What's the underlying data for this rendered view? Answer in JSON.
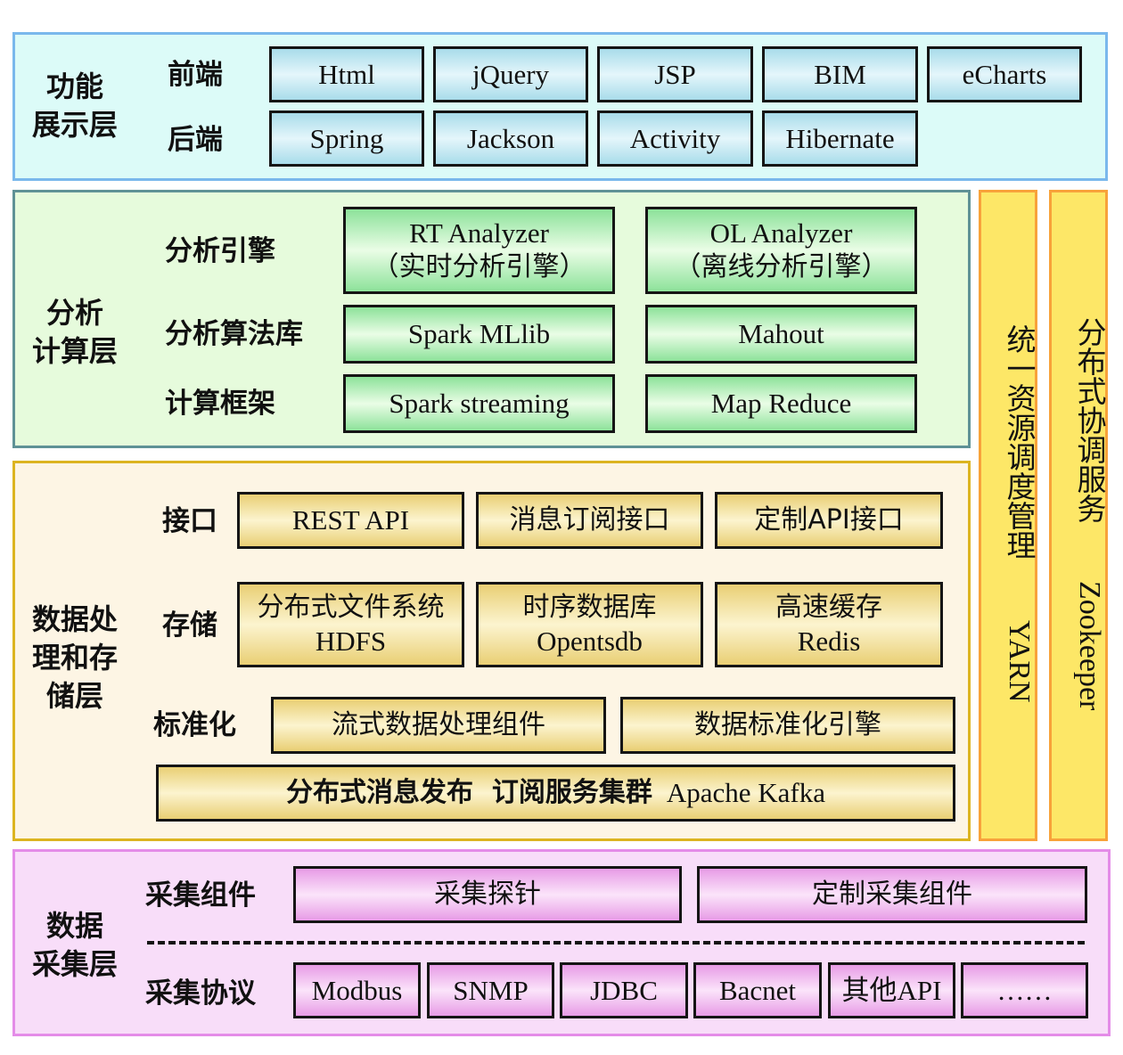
{
  "layers": {
    "presentation": {
      "title": "功能\n展示层",
      "rows": [
        {
          "label": "前端",
          "items": [
            "Html",
            "jQuery",
            "JSP",
            "BIM",
            "eCharts"
          ]
        },
        {
          "label": "后端",
          "items": [
            "Spring",
            "Jackson",
            "Activity",
            "Hibernate"
          ]
        }
      ]
    },
    "analysis": {
      "title": "分析\n计算层",
      "rows": [
        {
          "label": "分析引擎",
          "items": [
            {
              "en": "RT Analyzer",
              "cn": "（实时分析引擎）"
            },
            {
              "en": "OL Analyzer",
              "cn": "（离线分析引擎）"
            }
          ]
        },
        {
          "label": "分析算法库",
          "items": [
            "Spark MLlib",
            "Mahout"
          ]
        },
        {
          "label": "计算框架",
          "items": [
            "Spark streaming",
            "Map Reduce"
          ]
        }
      ]
    },
    "storage": {
      "title": "数据处\n理和存\n储层",
      "rows": [
        {
          "label": "接口",
          "items": [
            "REST API",
            "消息订阅接口",
            "定制API接口"
          ]
        },
        {
          "label": "存储",
          "items": [
            {
              "cn": "分布式文件系统",
              "en": "HDFS"
            },
            {
              "cn": "时序数据库",
              "en": "Opentsdb"
            },
            {
              "cn": "高速缓存",
              "en": "Redis"
            }
          ]
        },
        {
          "label": "标准化",
          "items": [
            "流式数据处理组件",
            "数据标准化引擎"
          ]
        }
      ],
      "kafka": {
        "cn": "分布式消息发布  订阅服务集群",
        "en": "Apache Kafka"
      }
    },
    "collection": {
      "title": "数据\n采集层",
      "rows": [
        {
          "label": "采集组件",
          "items": [
            "采集探针",
            "定制采集组件"
          ]
        },
        {
          "label": "采集协议",
          "items": [
            "Modbus",
            "SNMP",
            "JDBC",
            "Bacnet",
            "其他API",
            "……"
          ]
        }
      ]
    }
  },
  "side_bars": [
    {
      "cn": "统一资源调度管理",
      "en": "YARN"
    },
    {
      "cn": "分布式协调服务",
      "en": "Zookeeper"
    }
  ],
  "colors": {
    "presentation_bg": "#dcfbf8",
    "presentation_border": "#7ab8ec",
    "analysis_bg": "#e6fbdc",
    "analysis_border": "#5f9296",
    "storage_bg": "#fdf5e4",
    "storage_border": "#dcb420",
    "collection_bg": "#f8ddf9",
    "collection_border": "#e48ce8",
    "sidebar_bg": "#fde767",
    "sidebar_border": "#f8a23a"
  }
}
